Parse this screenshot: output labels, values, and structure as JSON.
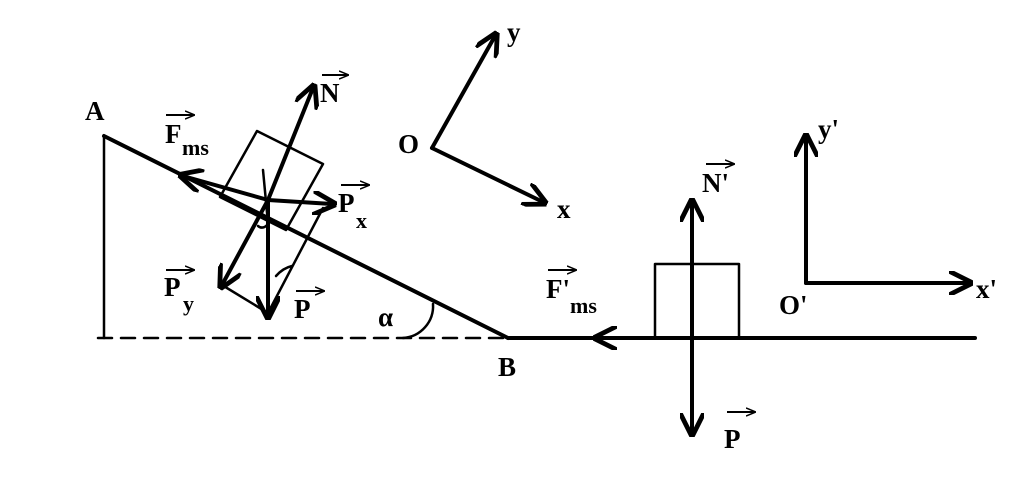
{
  "points": {
    "a": "A",
    "b": "B",
    "o": "O",
    "o_prime": "O'"
  },
  "axes": {
    "x": "x",
    "y": "y",
    "x_prime": "x'",
    "y_prime": "y'"
  },
  "angle": "α",
  "forces_incline": {
    "n": "N",
    "f_ms": "F",
    "f_ms_sub": "ms",
    "p_x": "P",
    "p_x_sub": "x",
    "p_y": "P",
    "p_y_sub": "y",
    "p": "P"
  },
  "forces_ground": {
    "n_prime": "N'",
    "f_ms_prime": "F'",
    "f_ms_prime_sub": "ms",
    "p": "P"
  }
}
